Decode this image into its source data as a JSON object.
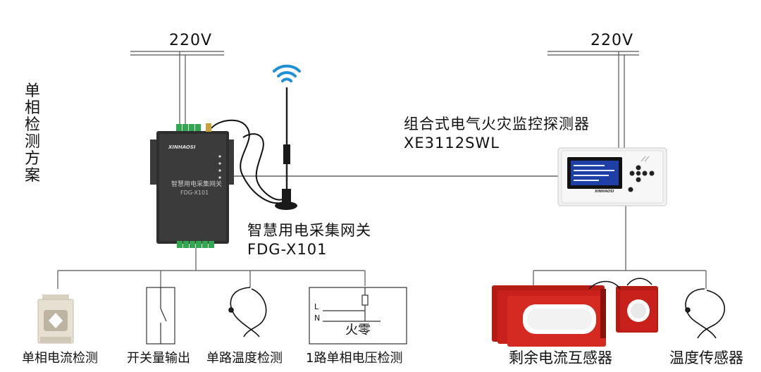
{
  "side_title": [
    "单",
    "相",
    "检",
    "测",
    "方",
    "案"
  ],
  "power_left": "220V",
  "power_right": "220V",
  "gateway": {
    "name": "智慧用电采集网关",
    "model": "FDG-X101",
    "brand": "XINHAOSI",
    "panel_text": "智慧用电采集网关",
    "panel_model": "FDG-X101"
  },
  "detector": {
    "name": "组合式电气火灾监控探测器",
    "model": "XE3112SWL",
    "brand": "XINHAOSI"
  },
  "switch_box": {
    "label_l": "L",
    "label_n": "N",
    "label_fire_zero": "火零"
  },
  "sensors_left": [
    {
      "label": "单相电流检测",
      "icon": "current-transformer-icon"
    },
    {
      "label": "开关量输出",
      "icon": "switch-icon"
    },
    {
      "label": "单路温度检测",
      "icon": "temperature-probe-icon"
    },
    {
      "label": "1路单相电压检测",
      "icon": "voltage-detection-icon"
    }
  ],
  "sensors_right": [
    {
      "label": "剩余电流互感器",
      "icon": "residual-current-transformer-icon"
    },
    {
      "label": "温度传感器",
      "icon": "temperature-sensor-icon"
    }
  ],
  "colors": {
    "device_dark": "#2a2a2a",
    "terminal_green": "#2fa84f",
    "transformer_red": "#c8201a",
    "wifi_blue": "#1f8fd6",
    "lcd_blue": "#1d3fa6"
  }
}
